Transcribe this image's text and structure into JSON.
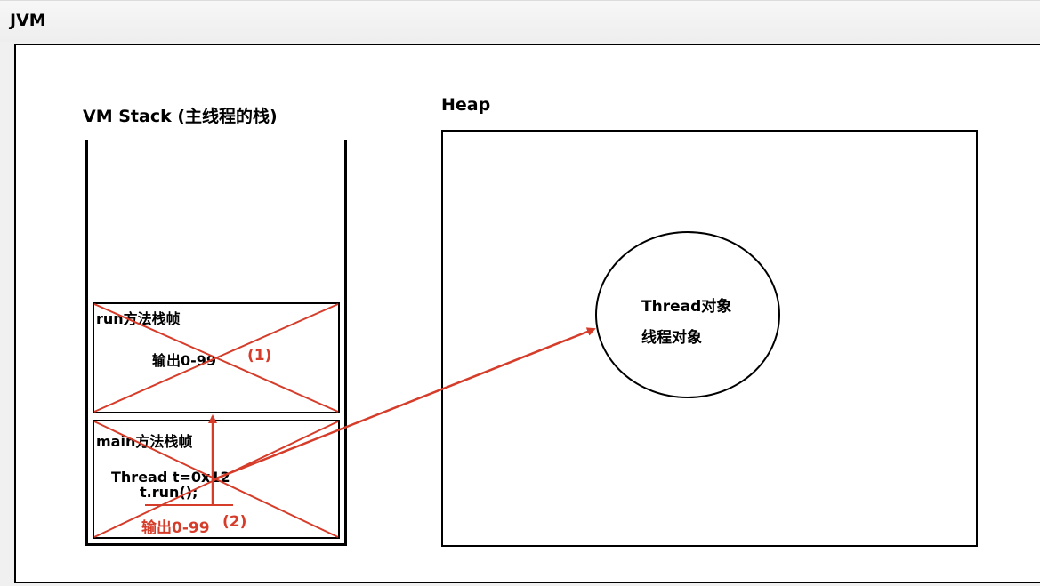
{
  "window": {
    "title": "JVM"
  },
  "stack": {
    "title": "VM Stack (主线程的栈)",
    "run_frame": {
      "label": "run方法栈帧",
      "content": "输出0-99",
      "marker": "(1)"
    },
    "main_frame": {
      "label": "main方法栈帧",
      "line1": "Thread t=0x12",
      "line2": "t.run();",
      "output": "输出0-99",
      "marker": "(2)"
    }
  },
  "heap": {
    "title": "Heap",
    "object": {
      "line1": "Thread对象",
      "line2": "线程对象"
    }
  },
  "colors": {
    "annotation_red": "#d63c2a",
    "outline": "#000000",
    "canvas": "#ffffff",
    "window_bg": "#f0f0f0"
  }
}
